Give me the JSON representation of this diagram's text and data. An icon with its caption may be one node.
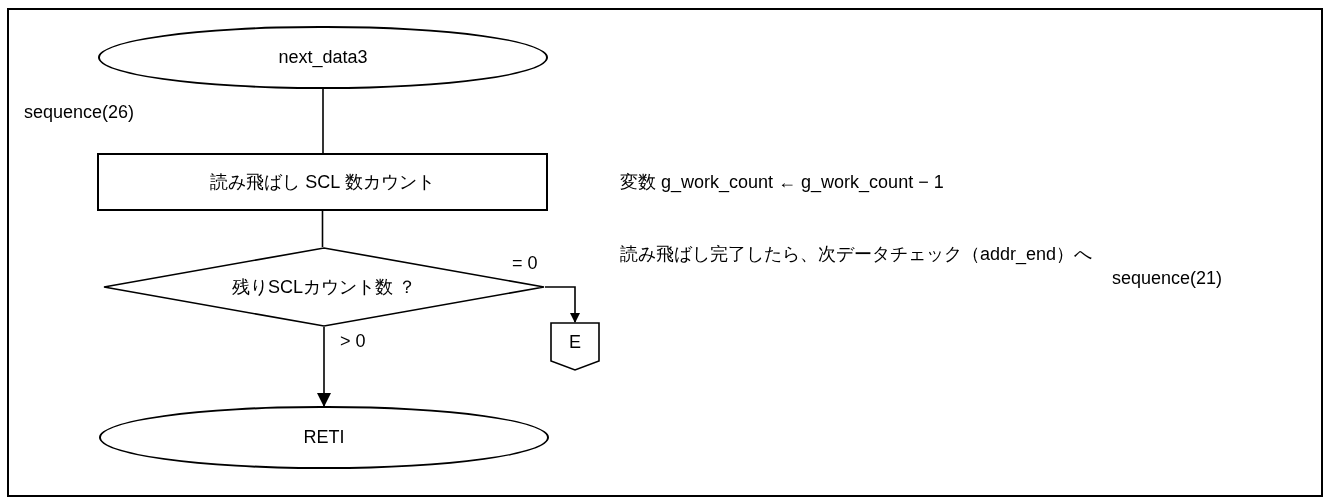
{
  "diagram": {
    "nodes": [
      {
        "text": [
          "next_data3"
        ]
      },
      {
        "text": [
          "読み飛ばし SCL 数カウント"
        ]
      },
      {
        "text": [
          "残りSCLカウント数 ？"
        ]
      },
      {
        "text": [
          "E"
        ]
      },
      {
        "text": [
          "RETI"
        ]
      }
    ],
    "edges": [
      {
        "from": 0,
        "to": 1,
        "arrow": "none"
      },
      {
        "from": 1,
        "to": 2,
        "arrow": "none"
      },
      {
        "from": 2,
        "to": 3,
        "arrow": "to",
        "label": "= 0"
      },
      {
        "from": 2,
        "to": 4,
        "arrow": "to",
        "label": "> 0"
      }
    ],
    "labels": [
      "sequence(26)",
      "変数 g_work_count ← g_work_count − 1",
      "読み飛ばし完了したら、次データチェック（addr_end）へ",
      "sequence(21)"
    ]
  }
}
